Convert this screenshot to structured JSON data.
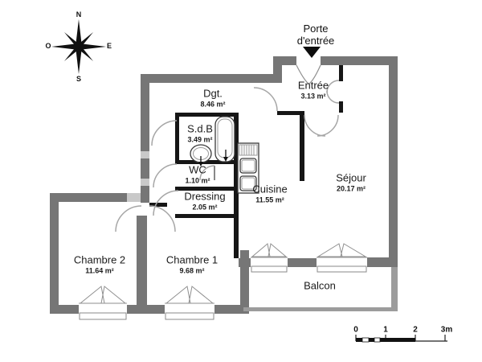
{
  "plan": {
    "entrance_annotation": {
      "line1": "Porte",
      "line2": "d'entrée"
    },
    "compass": {
      "north": "N",
      "south": "S",
      "east": "E",
      "west": "O"
    },
    "rooms": {
      "dgt": {
        "name": "Dgt.",
        "area": "8.46 m²"
      },
      "sdb": {
        "name": "S.d.B",
        "area": "3.49 m²"
      },
      "wc": {
        "name": "WC",
        "area": "1.10 m²"
      },
      "dressing": {
        "name": "Dressing",
        "area": "2.05 m²"
      },
      "cuisine": {
        "name": "Cuisine",
        "area": "11.55 m²"
      },
      "sejour": {
        "name": "Séjour",
        "area": "20.17 m²"
      },
      "entree": {
        "name": "Entrée",
        "area": "3.13 m²"
      },
      "chambre1": {
        "name": "Chambre 1",
        "area": "9.68 m²"
      },
      "chambre2": {
        "name": "Chambre 2",
        "area": "11.64 m²"
      },
      "balcon": {
        "name": "Balcon"
      }
    },
    "scale_bar": {
      "ticks": [
        "0",
        "1",
        "2",
        "3m"
      ]
    },
    "colors": {
      "exterior_wall": "#767676",
      "interior_wall": "#161616",
      "balcony_wall": "#9c9c9c",
      "door_arc": "#a6a6a6"
    }
  }
}
